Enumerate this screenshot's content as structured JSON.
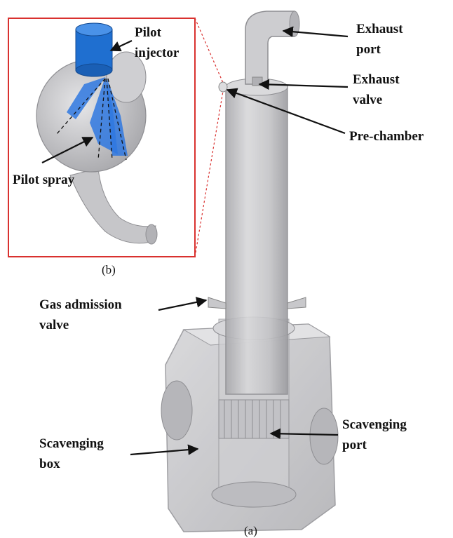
{
  "labels": {
    "exhaust_port": [
      "Exhaust",
      "port"
    ],
    "exhaust_valve": [
      "Exhaust",
      "valve"
    ],
    "pre_chamber": "Pre-chamber",
    "gas_admission_valve": [
      "Gas admission",
      "valve"
    ],
    "scavenging_port": [
      "Scavenging",
      "port"
    ],
    "scavenging_box": [
      "Scavenging",
      "box"
    ],
    "pilot_injector": [
      "Pilot",
      "injector"
    ],
    "pilot_spray": "Pilot spray"
  },
  "captions": {
    "a": "(a)",
    "b": "(b)"
  },
  "colors": {
    "inset_border": "#d9312f",
    "guide_line": "#d9312f",
    "injector": "#1f6fd0",
    "spray": "#2f78e0",
    "body_fill": "#c9c9cb",
    "body_stroke": "#8e8e92",
    "arrow": "#111111"
  }
}
